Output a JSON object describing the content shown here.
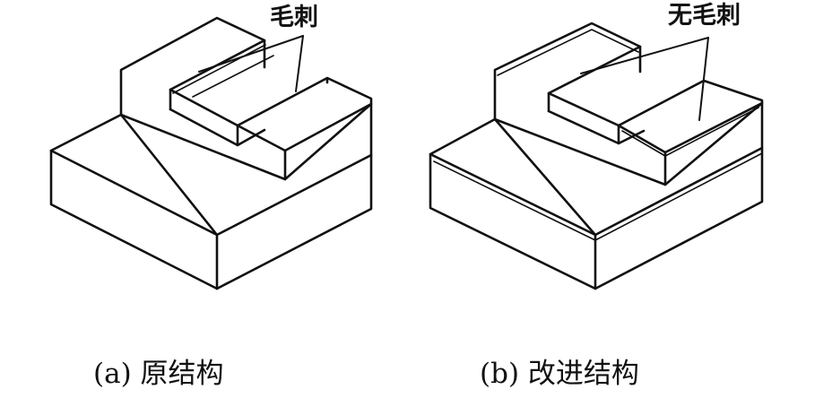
{
  "figure_a": {
    "callout": "毛刺",
    "caption": "(a) 原结构"
  },
  "figure_b": {
    "callout": "无毛刺",
    "caption": "(b) 改进结构"
  },
  "colors": {
    "line": "#111111",
    "background": "#ffffff"
  }
}
